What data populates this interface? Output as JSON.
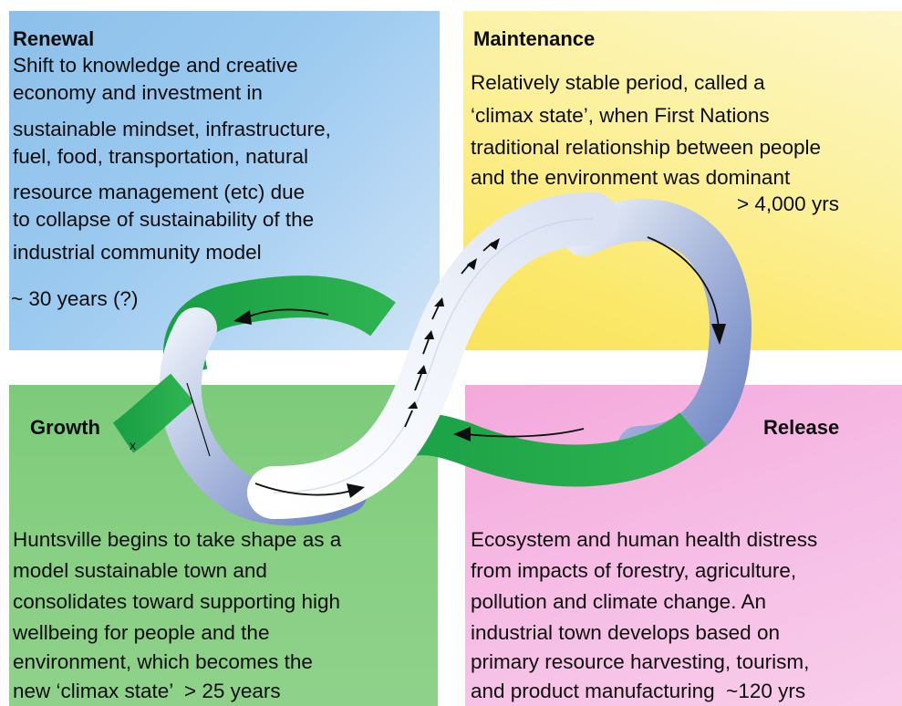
{
  "renewal": {
    "title": "Renewal",
    "lines": [
      "Shift to knowledge and creative",
      "economy and investment in",
      "sustainable mindset, infrastructure,",
      "fuel, food, transportation, natural",
      "resource management (etc) due",
      "to collapse of sustainability of the",
      "industrial community model"
    ],
    "duration": "~ 30 years (?)",
    "color": "#9ccaf0"
  },
  "maintenance": {
    "title": "Maintenance",
    "lines": [
      "Relatively stable period, called a",
      "‘climax state’, when First Nations",
      "traditional relationship between people",
      "and the environment was dominant"
    ],
    "duration": "> 4,000 yrs",
    "color": "#fbe869"
  },
  "growth": {
    "title": "Growth",
    "lines": [
      "Huntsville begins to take shape as a",
      "model sustainable town and",
      "consolidates toward supporting high",
      "wellbeing for people and the",
      "environment, which becomes the",
      "new ‘climax state’  > 25 years"
    ],
    "color": "#88d083"
  },
  "release": {
    "title": "Release",
    "lines": [
      "Ecosystem and human health distress",
      "from impacts of forestry, agriculture,",
      "pollution and climate change. An",
      "industrial town develops based on",
      "primary resource harvesting, tourism,",
      "and product manufacturing  ~120 yrs"
    ],
    "color": "#f6bde5"
  },
  "loop_label": "x"
}
